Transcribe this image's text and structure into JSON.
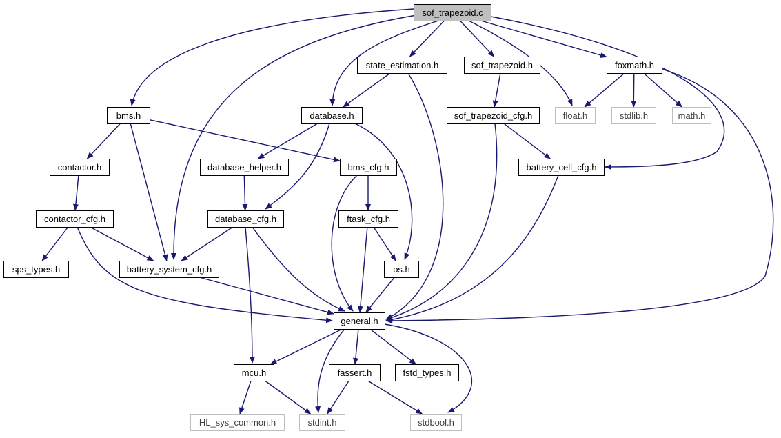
{
  "diagram": {
    "type": "include-dependency-graph",
    "root": "sof_trapezoid.c",
    "colors": {
      "edge": "#191970",
      "root_fill": "#bfbfbf",
      "node_border": "#000000",
      "external_border": "#bfbfbf",
      "external_text": "#404040",
      "text": "#000000"
    },
    "nodes": {
      "sof_trapezoid_c": {
        "label": "sof_trapezoid.c",
        "kind": "root"
      },
      "state_estimation_h": {
        "label": "state_estimation.h",
        "kind": "internal"
      },
      "sof_trapezoid_h": {
        "label": "sof_trapezoid.h",
        "kind": "internal"
      },
      "foxmath_h": {
        "label": "foxmath.h",
        "kind": "internal"
      },
      "bms_h": {
        "label": "bms.h",
        "kind": "internal"
      },
      "database_h": {
        "label": "database.h",
        "kind": "internal"
      },
      "sof_trapezoid_cfg_h": {
        "label": "sof_trapezoid_cfg.h",
        "kind": "internal"
      },
      "float_h": {
        "label": "float.h",
        "kind": "external"
      },
      "stdlib_h": {
        "label": "stdlib.h",
        "kind": "external"
      },
      "math_h": {
        "label": "math.h",
        "kind": "external"
      },
      "contactor_h": {
        "label": "contactor.h",
        "kind": "internal"
      },
      "database_helper_h": {
        "label": "database_helper.h",
        "kind": "internal"
      },
      "bms_cfg_h": {
        "label": "bms_cfg.h",
        "kind": "internal"
      },
      "battery_cell_cfg_h": {
        "label": "battery_cell_cfg.h",
        "kind": "internal"
      },
      "contactor_cfg_h": {
        "label": "contactor_cfg.h",
        "kind": "internal"
      },
      "database_cfg_h": {
        "label": "database_cfg.h",
        "kind": "internal"
      },
      "ftask_cfg_h": {
        "label": "ftask_cfg.h",
        "kind": "internal"
      },
      "sps_types_h": {
        "label": "sps_types.h",
        "kind": "internal"
      },
      "battery_system_cfg_h": {
        "label": "battery_system_cfg.h",
        "kind": "internal"
      },
      "os_h": {
        "label": "os.h",
        "kind": "internal"
      },
      "general_h": {
        "label": "general.h",
        "kind": "internal"
      },
      "mcu_h": {
        "label": "mcu.h",
        "kind": "internal"
      },
      "fassert_h": {
        "label": "fassert.h",
        "kind": "internal"
      },
      "fstd_types_h": {
        "label": "fstd_types.h",
        "kind": "internal"
      },
      "hl_sys_common_h": {
        "label": "HL_sys_common.h",
        "kind": "external"
      },
      "stdint_h": {
        "label": "stdint.h",
        "kind": "external"
      },
      "stdbool_h": {
        "label": "stdbool.h",
        "kind": "external"
      }
    },
    "edges": [
      [
        "sof_trapezoid_c",
        "state_estimation_h"
      ],
      [
        "sof_trapezoid_c",
        "sof_trapezoid_h"
      ],
      [
        "sof_trapezoid_c",
        "foxmath_h"
      ],
      [
        "sof_trapezoid_c",
        "bms_h"
      ],
      [
        "sof_trapezoid_c",
        "database_h"
      ],
      [
        "sof_trapezoid_c",
        "float_h"
      ],
      [
        "sof_trapezoid_c",
        "battery_system_cfg_h"
      ],
      [
        "sof_trapezoid_c",
        "battery_cell_cfg_h"
      ],
      [
        "state_estimation_h",
        "database_h"
      ],
      [
        "state_estimation_h",
        "general_h"
      ],
      [
        "sof_trapezoid_h",
        "sof_trapezoid_cfg_h"
      ],
      [
        "foxmath_h",
        "float_h"
      ],
      [
        "foxmath_h",
        "stdlib_h"
      ],
      [
        "foxmath_h",
        "math_h"
      ],
      [
        "foxmath_h",
        "general_h"
      ],
      [
        "bms_h",
        "contactor_h"
      ],
      [
        "bms_h",
        "bms_cfg_h"
      ],
      [
        "bms_h",
        "battery_system_cfg_h"
      ],
      [
        "database_h",
        "database_helper_h"
      ],
      [
        "database_h",
        "database_cfg_h"
      ],
      [
        "database_h",
        "os_h"
      ],
      [
        "sof_trapezoid_cfg_h",
        "battery_cell_cfg_h"
      ],
      [
        "sof_trapezoid_cfg_h",
        "general_h"
      ],
      [
        "contactor_h",
        "contactor_cfg_h"
      ],
      [
        "database_helper_h",
        "database_cfg_h"
      ],
      [
        "bms_cfg_h",
        "ftask_cfg_h"
      ],
      [
        "bms_cfg_h",
        "general_h"
      ],
      [
        "battery_cell_cfg_h",
        "general_h"
      ],
      [
        "contactor_cfg_h",
        "sps_types_h"
      ],
      [
        "contactor_cfg_h",
        "battery_system_cfg_h"
      ],
      [
        "contactor_cfg_h",
        "general_h"
      ],
      [
        "database_cfg_h",
        "battery_system_cfg_h"
      ],
      [
        "database_cfg_h",
        "general_h"
      ],
      [
        "database_cfg_h",
        "mcu_h"
      ],
      [
        "ftask_cfg_h",
        "os_h"
      ],
      [
        "ftask_cfg_h",
        "general_h"
      ],
      [
        "battery_system_cfg_h",
        "general_h"
      ],
      [
        "os_h",
        "general_h"
      ],
      [
        "general_h",
        "mcu_h"
      ],
      [
        "general_h",
        "fassert_h"
      ],
      [
        "general_h",
        "fstd_types_h"
      ],
      [
        "general_h",
        "stdint_h"
      ],
      [
        "general_h",
        "stdbool_h"
      ],
      [
        "mcu_h",
        "hl_sys_common_h"
      ],
      [
        "mcu_h",
        "stdint_h"
      ],
      [
        "fassert_h",
        "stdint_h"
      ],
      [
        "fassert_h",
        "stdbool_h"
      ]
    ]
  }
}
